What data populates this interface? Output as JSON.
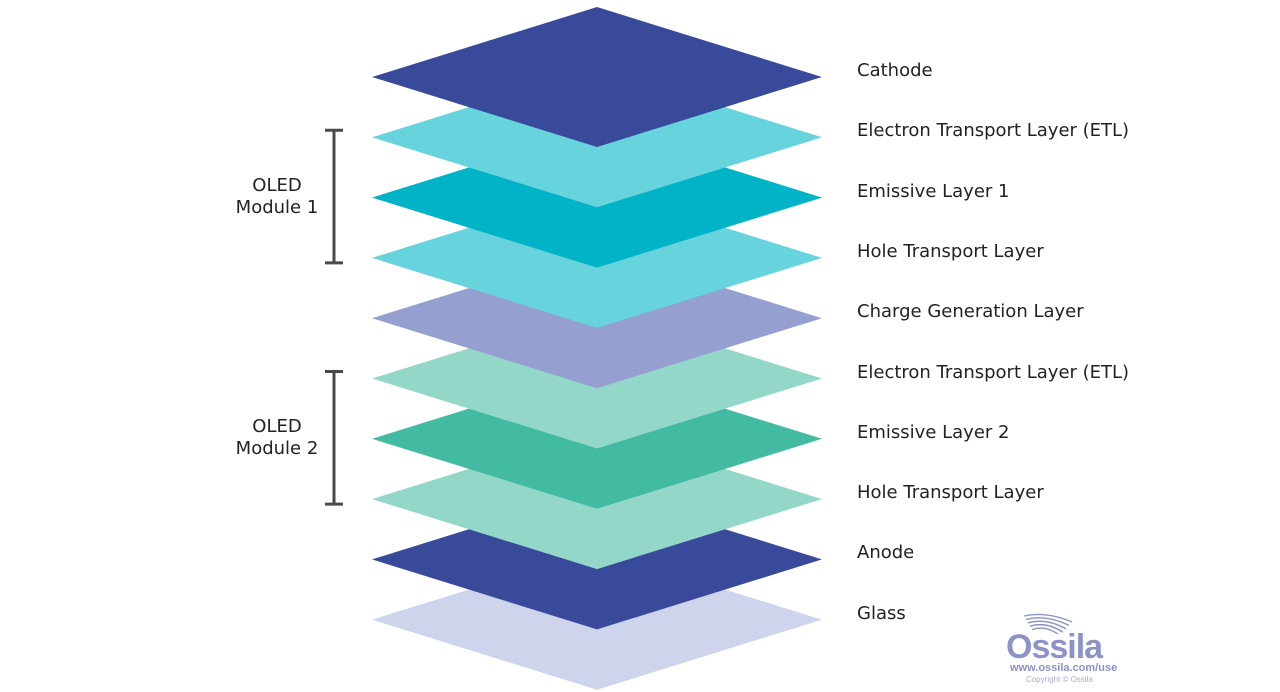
{
  "layers": [
    {
      "name": "Cathode",
      "color": "#3a4a9b"
    },
    {
      "name": "Electron Transport Layer (ETL)",
      "color": "#67d3dd"
    },
    {
      "name": "Emissive Layer 1",
      "color": "#00b3c6"
    },
    {
      "name": "Hole Transport Layer",
      "color": "#67d3dd"
    },
    {
      "name": "Charge Generation Layer",
      "color": "#95a0d0"
    },
    {
      "name": "Electron Transport Layer (ETL)",
      "color": "#93d7c9"
    },
    {
      "name": "Emissive Layer 2",
      "color": "#43bba3"
    },
    {
      "name": "Hole Transport Layer",
      "color": "#93d7c9"
    },
    {
      "name": "Anode",
      "color": "#3a4a9b"
    },
    {
      "name": "Glass",
      "color": "#cdd4ec"
    }
  ],
  "modules": [
    {
      "line1": "OLED",
      "line2": "Module 1",
      "from_layer": 1,
      "to_layer": 3
    },
    {
      "line1": "OLED",
      "line2": "Module 2",
      "from_layer": 5,
      "to_layer": 7
    }
  ],
  "logo": {
    "word": "Ossila",
    "url": "www.ossila.com/use",
    "copyright": "Copyright © Ossila",
    "color": "#8b93c7"
  },
  "bracket_color": "#4a4a4a"
}
